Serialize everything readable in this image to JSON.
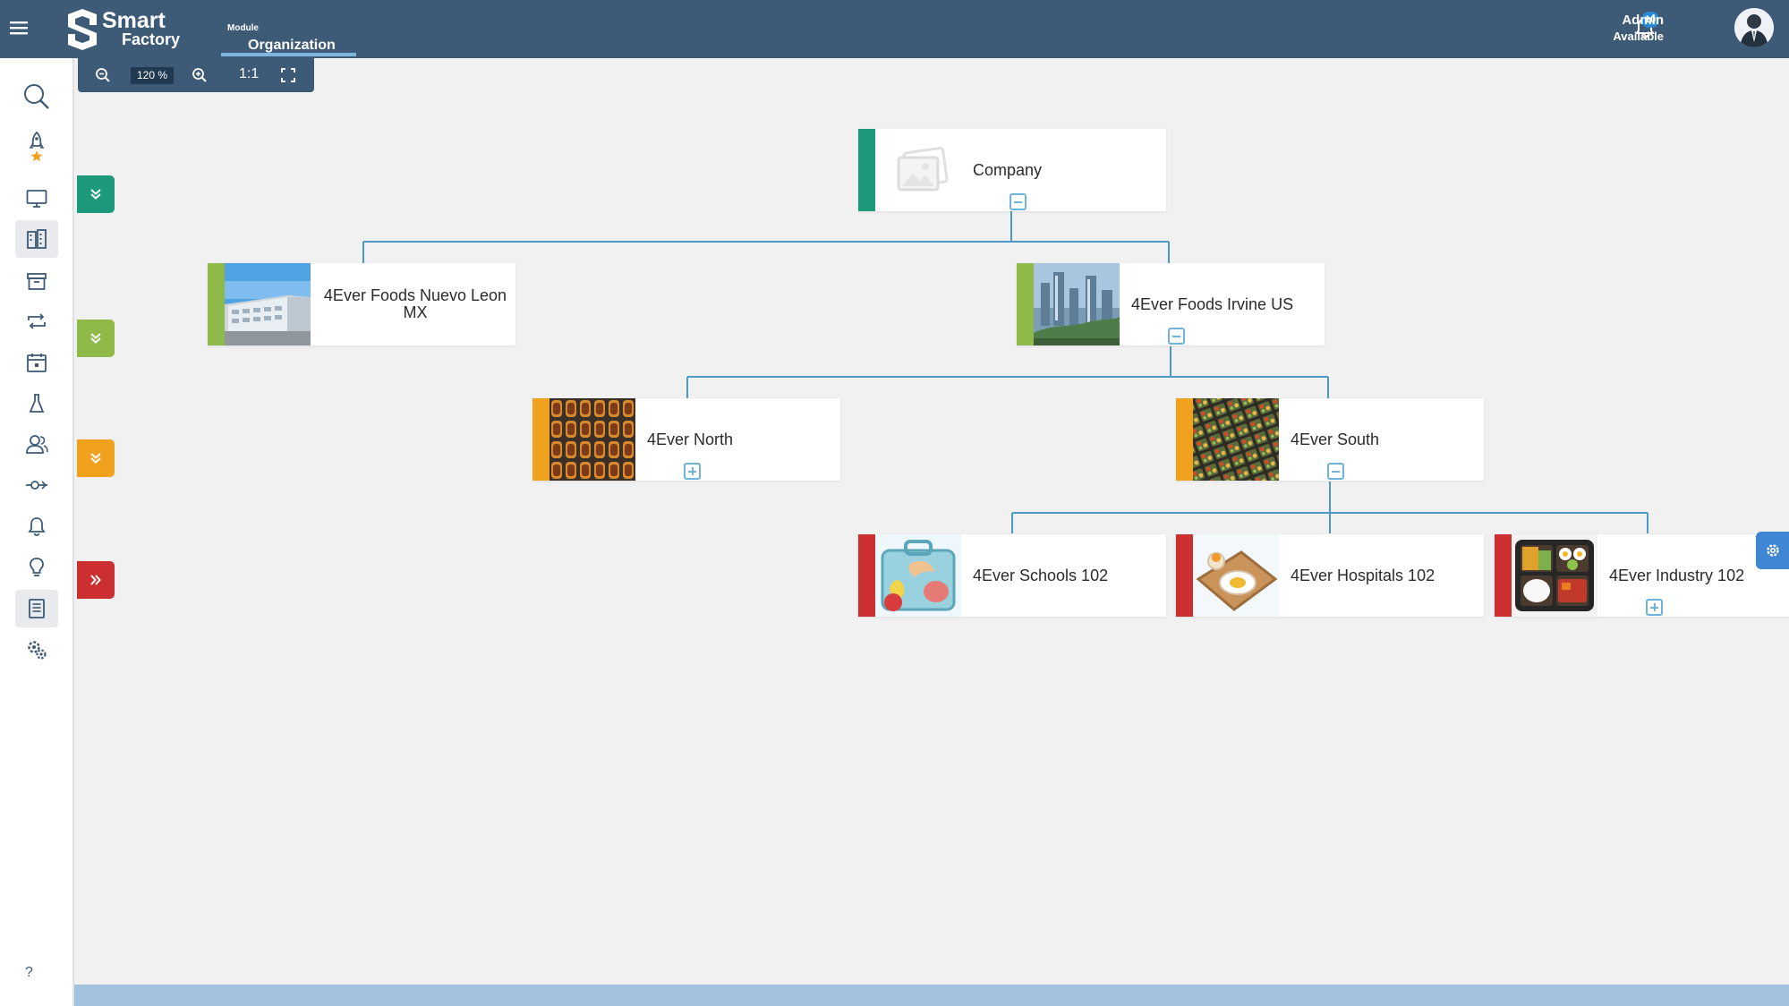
{
  "header": {
    "logo_word_top": "Smart",
    "logo_word_bottom": "Factory",
    "module_label": "Module",
    "module_name": "Organization",
    "notifications_count": "10",
    "user_name": "Admin",
    "user_status": "Available"
  },
  "sidebar": {
    "items": [
      {
        "icon": "search-icon"
      },
      {
        "icon": "rocket-star-icon"
      },
      {
        "icon": "monitor-icon"
      },
      {
        "icon": "buildings-icon",
        "active": true
      },
      {
        "icon": "archive-icon"
      },
      {
        "icon": "repeat-icon"
      },
      {
        "icon": "calendar-icon"
      },
      {
        "icon": "flask-icon"
      },
      {
        "icon": "users-icon"
      },
      {
        "icon": "connection-icon"
      },
      {
        "icon": "bell-icon"
      },
      {
        "icon": "lightbulb-icon"
      },
      {
        "icon": "document-icon",
        "active": true
      },
      {
        "icon": "gears-icon"
      }
    ],
    "help_label": "?"
  },
  "zoom": {
    "level": "120 %",
    "reset_label": "1:1"
  },
  "level_tabs": [
    {
      "color": "#1d9a7b"
    },
    {
      "color": "#8fba4a"
    },
    {
      "color": "#f0a21f"
    },
    {
      "color": "#cc2f2f"
    }
  ],
  "org_chart": {
    "nodes": [
      {
        "id": "company",
        "label": "Company",
        "level_color": "#1d9a7b",
        "toggle": "collapse"
      },
      {
        "id": "nuevo-leon",
        "label": "4Ever Foods Nuevo Leon MX",
        "level_color": "#8fba4a",
        "toggle": "none"
      },
      {
        "id": "irvine",
        "label": "4Ever Foods Irvine US",
        "level_color": "#8fba4a",
        "toggle": "collapse"
      },
      {
        "id": "north",
        "label": "4Ever North",
        "level_color": "#f0a21f",
        "toggle": "expand"
      },
      {
        "id": "south",
        "label": "4Ever South",
        "level_color": "#f0a21f",
        "toggle": "collapse"
      },
      {
        "id": "schools",
        "label": "4Ever Schools 102",
        "level_color": "#cc2f2f",
        "toggle": "none"
      },
      {
        "id": "hospitals",
        "label": "4Ever Hospitals 102",
        "level_color": "#cc2f2f",
        "toggle": "none"
      },
      {
        "id": "industry",
        "label": "4Ever Industry 102",
        "level_color": "#cc2f2f",
        "toggle": "expand"
      }
    ]
  },
  "colors": {
    "header_bg": "#3d5a76",
    "canvas_bg": "#f1f1f2",
    "connector": "#4e9ac7",
    "accent": "#3f86d4"
  }
}
